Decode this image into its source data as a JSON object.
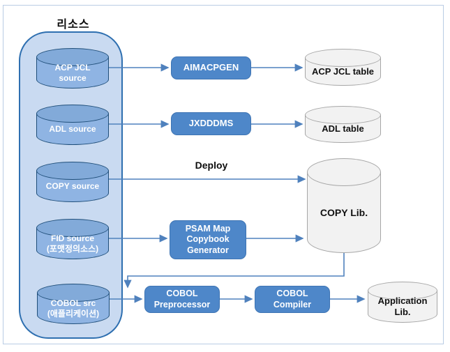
{
  "diagram_title": "리소스",
  "labels": {
    "deploy": "Deploy"
  },
  "sources": {
    "acp_jcl": "ACP JCL\nsource",
    "adl": "ADL source",
    "copy": "COPY source",
    "fid": "FID source\n(포맷정의소스)",
    "cobol": "COBOL src\n(애플리케이션)"
  },
  "processes": {
    "aimacpgen": "AIMACPGEN",
    "jxdddms": "JXDDDMS",
    "psam": "PSAM Map\nCopybook\nGenerator",
    "preprocessor": "COBOL\nPreprocessor",
    "compiler": "COBOL\nCompiler"
  },
  "outputs": {
    "acp_table": "ACP JCL table",
    "adl_table": "ADL table",
    "copy_lib": "COPY Lib.",
    "app_lib": "Application\nLib."
  },
  "colors": {
    "process_fill": "#4e87c9",
    "process_stroke": "#3e74b3",
    "source_fill": "#8fb4e3",
    "source_top_fill": "#82aad9",
    "source_stroke": "#1f4e79",
    "container_fill": "#c9daf1",
    "container_stroke": "#2e6fb0",
    "output_fill": "#f2f2f2",
    "output_stroke": "#a6a6a6",
    "connector": "#4f81bd",
    "frame": "#b9cce4"
  }
}
